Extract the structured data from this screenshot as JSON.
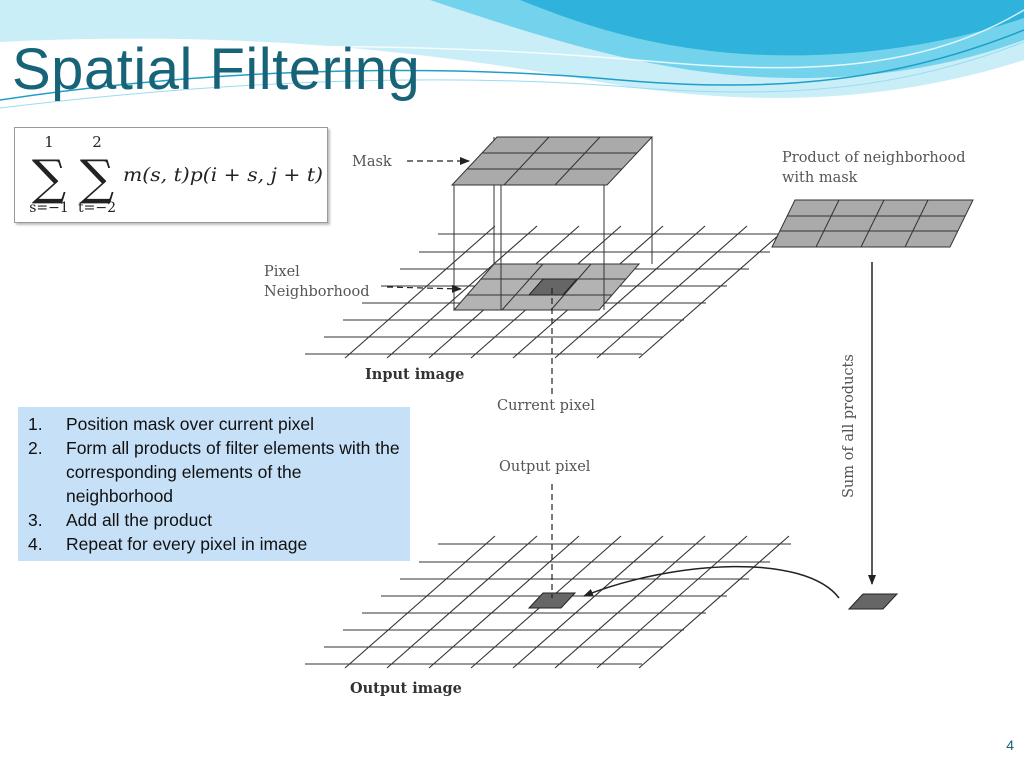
{
  "slide": {
    "title": "Spatial Filtering",
    "page_number": "4"
  },
  "formula": {
    "sum1_upper": "1",
    "sum1_lower": "s=−1",
    "sum2_upper": "2",
    "sum2_lower": "t=−2",
    "body": "m(s, t)p(i + s, j + t)"
  },
  "diagram": {
    "labels": {
      "mask": "Mask",
      "product_line1": "Product of neighborhood",
      "product_line2": "with mask",
      "pixel": "Pixel",
      "neighborhood": "Neighborhood",
      "input_image": "Input image",
      "current_pixel": "Current pixel",
      "output_pixel": "Output pixel",
      "output_image": "Output image",
      "sum_of_products": "Sum of all products"
    }
  },
  "steps": [
    {
      "num": "1.",
      "text": "Position mask over current pixel"
    },
    {
      "num": "2.",
      "text": "Form all products of filter elements with the corresponding elements of the neighborhood"
    },
    {
      "num": "3.",
      "text": "Add all the product"
    },
    {
      "num": "4.",
      "text": "Repeat for every pixel in image"
    }
  ],
  "colors": {
    "title": "#176479",
    "steps_background": "#c6e0f7",
    "wave_light": "#b7e6f3",
    "wave_mid": "#5cc9e7",
    "wave_dark": "#1e9fc8"
  }
}
